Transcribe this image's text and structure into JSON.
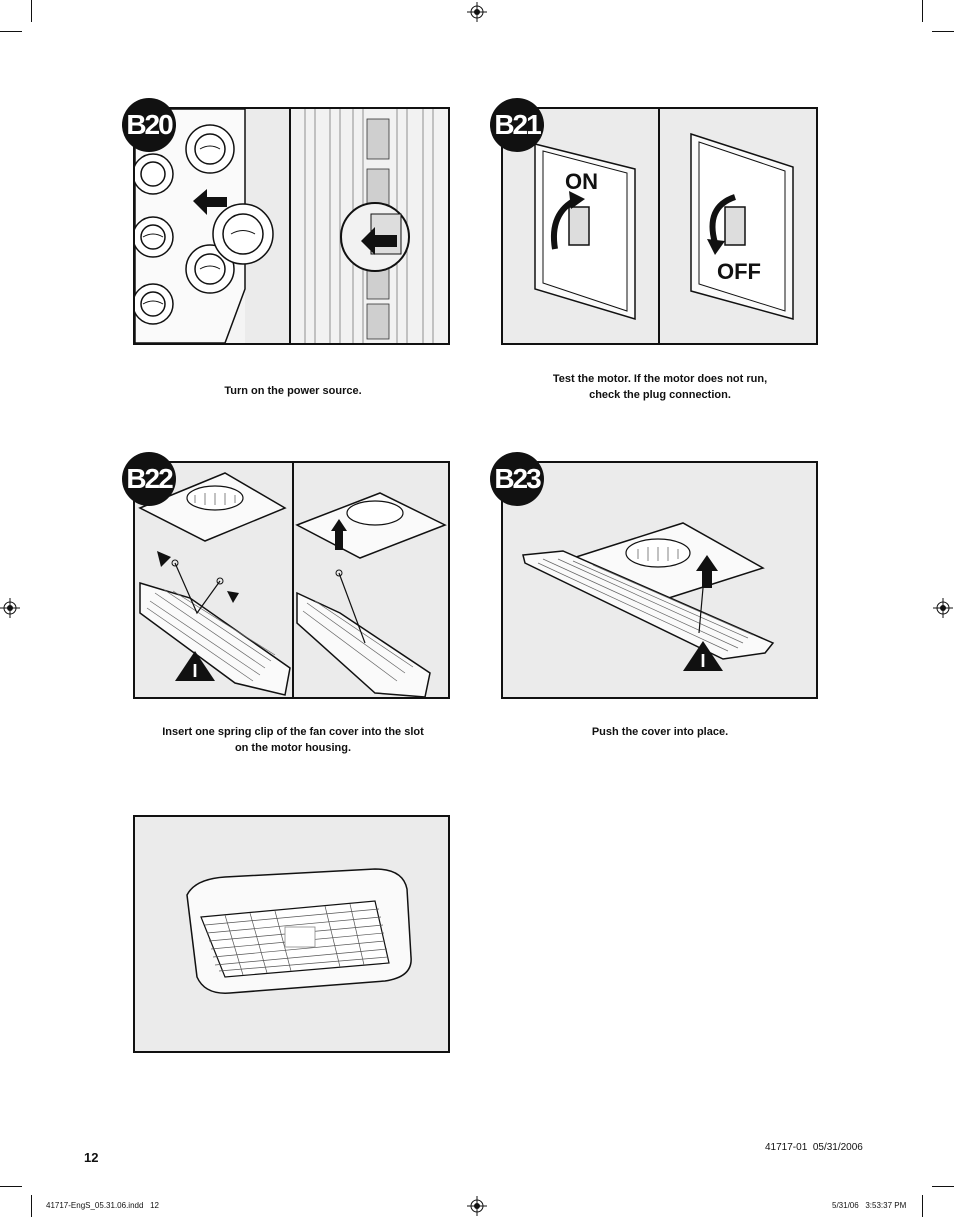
{
  "steps": {
    "b20": {
      "badge": "B20",
      "caption": "Turn on the power source."
    },
    "b21": {
      "badge": "B21",
      "caption_line1": "Test the motor. If the motor does not run,",
      "caption_line2": "check the plug connection.",
      "on_label": "ON",
      "off_label": "OFF"
    },
    "b22": {
      "badge": "B22",
      "caption_line1": "Insert one spring clip of the fan cover into the slot",
      "caption_line2": "on the motor housing.",
      "marker": "I"
    },
    "b23": {
      "badge": "B23",
      "caption": "Push the cover into place.",
      "marker": "I"
    }
  },
  "footer": {
    "page_number": "12",
    "doc_ref": "41717-01  05/31/2006",
    "file_info": "41717-EngS_05.31.06.indd   12",
    "print_time": "5/31/06   3:53:37 PM"
  },
  "colors": {
    "panel_bg": "#ebebeb",
    "ink": "#111111"
  }
}
